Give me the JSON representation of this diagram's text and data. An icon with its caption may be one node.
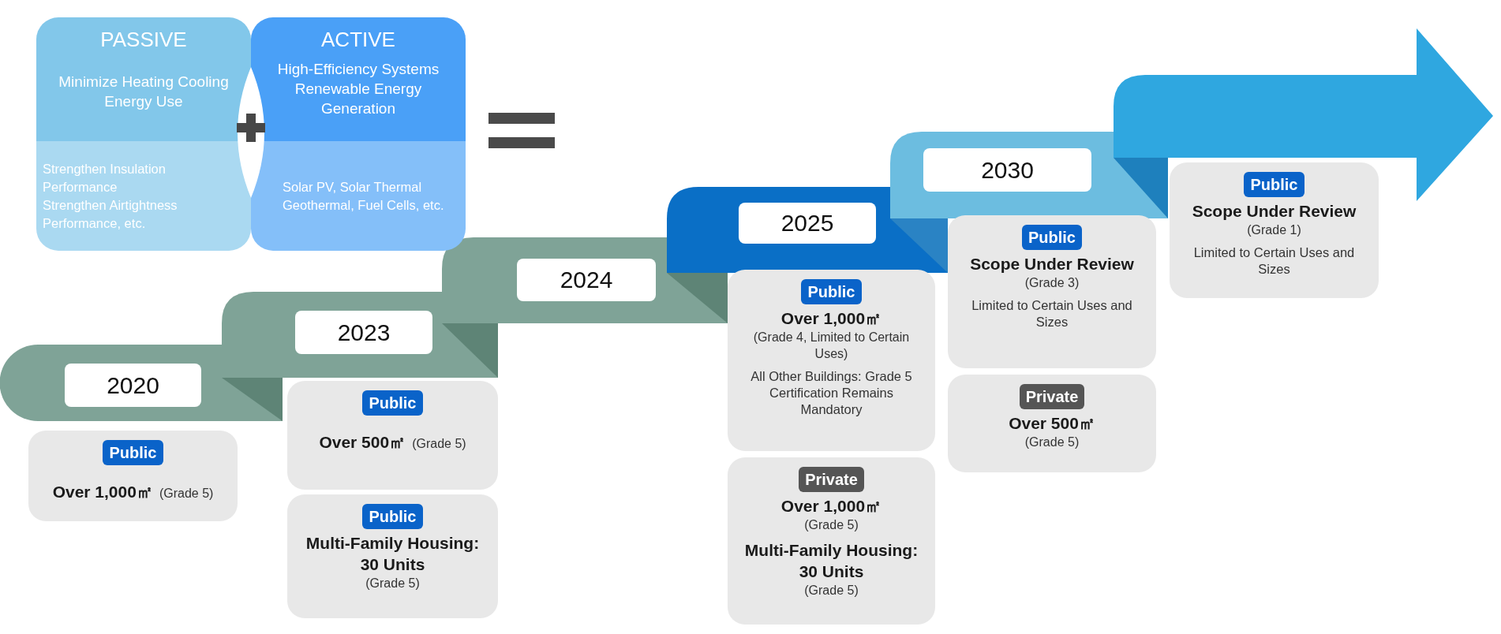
{
  "diagram": {
    "nodes": [
      {
        "text": [
          "PASSIVE",
          "Minimize Heating Cooling Energy Use",
          "Strengthen Insulation Performance",
          "Strengthen Airtightness Performance, etc."
        ]
      },
      {
        "text": [
          "ACTIVE",
          "High-Efficiency Systems",
          "Renewable Energy Generation",
          "Solar PV, Solar Thermal Geothermal, Fuel Cells, etc."
        ]
      },
      {
        "text": [
          "2020"
        ]
      },
      {
        "text": [
          "Over 1,000㎡",
          "(Grade 5)"
        ]
      },
      {
        "text": [
          "Public"
        ],
        "in": 3
      },
      {
        "text": [
          "2023"
        ]
      },
      {
        "text": [
          "Over 500㎡",
          "(Grade 5)"
        ]
      },
      {
        "text": [
          "Public"
        ],
        "in": 6
      },
      {
        "text": [
          "Multi-Family Housing: 30 Units",
          "(Grade 5)"
        ]
      },
      {
        "text": [
          "Public"
        ],
        "in": 8
      },
      {
        "text": [
          "2024"
        ]
      },
      {
        "text": [
          "2025"
        ]
      },
      {
        "text": [
          "Over 1,000㎡",
          "(Grade 4, Limited to Certain Uses)",
          "All Other Buildings: Grade 5 Certification Remains Mandatory"
        ]
      },
      {
        "text": [
          "Public"
        ],
        "in": 12
      },
      {
        "text": [
          "Over 1,000㎡",
          "(Grade 5)",
          "Multi-Family Housing: 30 Units",
          "(Grade 5)"
        ]
      },
      {
        "text": [
          "Private"
        ],
        "in": 14
      },
      {
        "text": [
          "2030"
        ]
      },
      {
        "text": [
          "Scope Under Review",
          "(Grade 3)",
          "Limited to Certain Uses and Sizes"
        ]
      },
      {
        "text": [
          "Public"
        ],
        "in": 17
      },
      {
        "text": [
          "Over 500㎡",
          "(Grade 5)"
        ]
      },
      {
        "text": [
          "Private"
        ],
        "in": 19
      },
      {
        "text": [
          "Scope Under Review",
          "(Grade 1)",
          "Limited to Certain Uses and Sizes"
        ]
      },
      {
        "text": [
          "Public"
        ],
        "in": 21
      }
    ]
  }
}
